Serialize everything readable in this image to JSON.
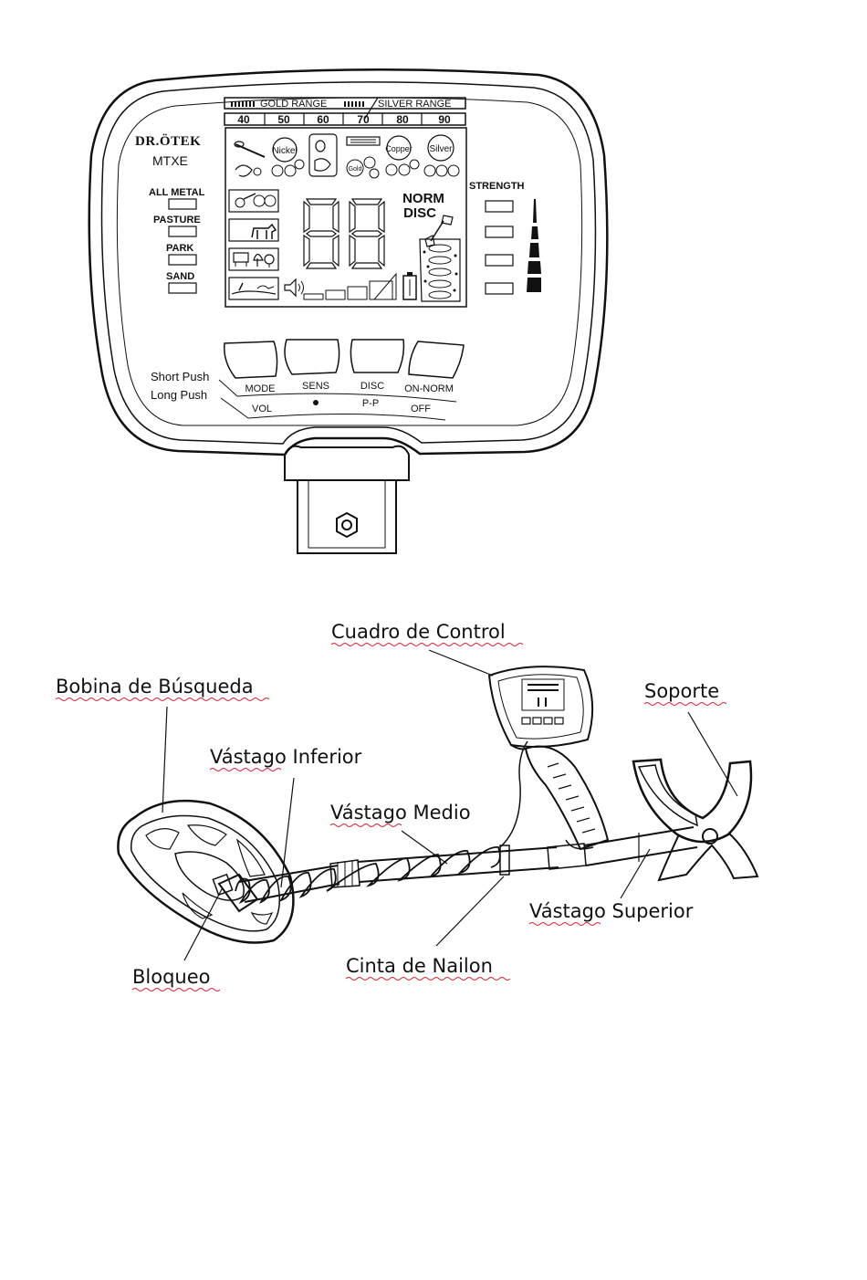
{
  "control_panel": {
    "brand": "DR.ÖTEK",
    "model": "MTXE",
    "range_bar": {
      "gold": "GOLD RANGE",
      "silver": "SILVER RANGE",
      "scale": [
        "40",
        "50",
        "60",
        "70",
        "80",
        "90"
      ]
    },
    "modes": [
      "ALL METAL",
      "PASTURE",
      "PARK",
      "SAND"
    ],
    "lcd": {
      "metals": [
        "Nickel",
        "Copper",
        "Silver",
        "Gold"
      ],
      "mode_text_1": "NORM",
      "mode_text_2": "DISC"
    },
    "strength_label": "STRENGTH",
    "push": {
      "short": "Short Push",
      "long": "Long Push"
    },
    "short_push_labels": [
      "MODE",
      "SENS",
      "DISC",
      "ON-NORM"
    ],
    "long_push_labels": [
      "VOL",
      "",
      "P-P",
      "OFF"
    ]
  },
  "detector_labels": {
    "control_box": "Cuadro de Control",
    "search_coil": "Bobina de Búsqueda",
    "support": "Soporte",
    "lower_shaft": "Vástago Inferior",
    "middle_shaft": "Vástago Medio",
    "upper_shaft": "Vástago Superior",
    "lock": "Bloqueo",
    "nylon_strap": "Cinta de Nailon"
  }
}
